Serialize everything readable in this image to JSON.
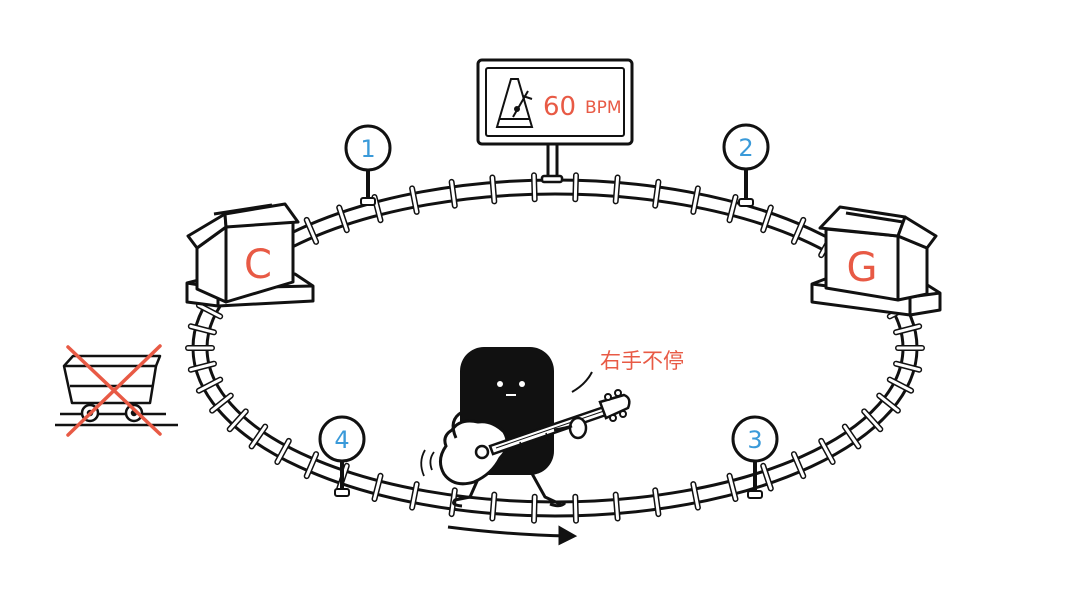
{
  "metronome_sign": {
    "bpm": "60",
    "unit": "BPM"
  },
  "stations": [
    {
      "id": "c",
      "chord": "C"
    },
    {
      "id": "g",
      "chord": "G"
    }
  ],
  "beats": [
    {
      "id": "1",
      "label": "1"
    },
    {
      "id": "2",
      "label": "2"
    },
    {
      "id": "3",
      "label": "3"
    },
    {
      "id": "4",
      "label": "4"
    }
  ],
  "annotation": {
    "text": "右手不停"
  },
  "colors": {
    "accent_red": "#e85a45",
    "beat_blue": "#3a9ad9",
    "ink": "#111111"
  }
}
